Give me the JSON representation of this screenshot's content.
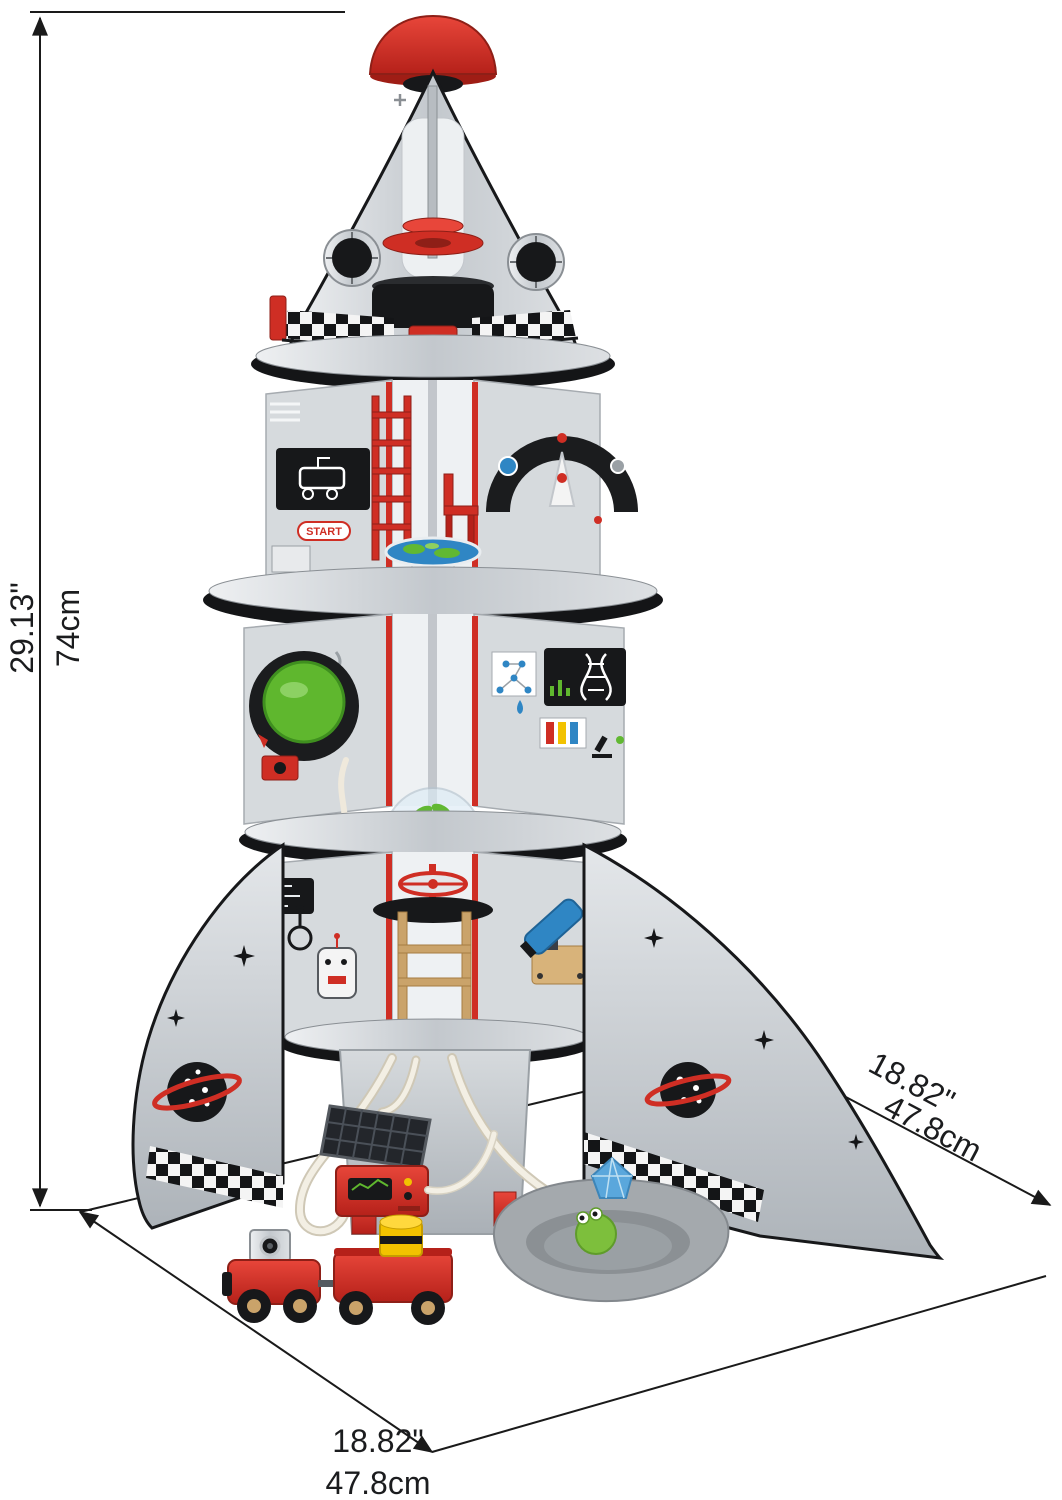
{
  "dims": {
    "height": {
      "inches": "29.13\"",
      "cm": "74cm"
    },
    "depth": {
      "inches": "18.82\"",
      "cm": "47.8cm"
    },
    "width": {
      "inches": "18.82\"",
      "cm": "47.8cm"
    }
  },
  "labels": {
    "start": "START"
  },
  "colors": {
    "accent_red": "#cf2e24",
    "silver": "#c3c8cd",
    "dark": "#17181a",
    "radar_green": "#5fb72e",
    "barrel_yellow": "#f2c200",
    "telescope_blue": "#2f86c4",
    "pond_gray": "#9aa0a4",
    "alien_green": "#7dbf3c",
    "crystal_blue": "#5aa7dc"
  },
  "icons": {
    "porthole": "round window with dark glass",
    "saturn-planet": "dark planet with red ring and white dots",
    "four-point-star": "black sparkle star",
    "checker-band": "black and white checker flag stripe",
    "earth-disc": "blue and green planet platter",
    "radar-dial": "green dome in dark ring",
    "dna-panel": "dark panel with white double helix",
    "plant-dome": "clear dome with green sprout",
    "satellite-dish": "red dish on pole",
    "telescope": "blue tube on wooden base",
    "solar-panel-charger": "dark solar grid on red base",
    "rover-train": "two red wheeled rovers with camera and barrel",
    "alien-pond": "gray crater pond with green alien and blue crystal"
  }
}
